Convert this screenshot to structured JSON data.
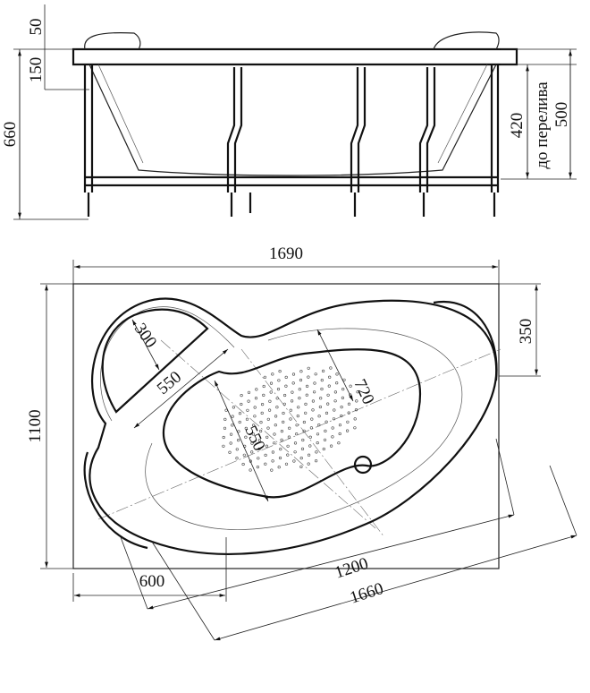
{
  "side_view": {
    "dims": {
      "rim": "50",
      "headrest": "150",
      "total_height": "660",
      "overflow_height": "420",
      "overflow_label": "до перелива",
      "depth": "500"
    }
  },
  "top_view": {
    "dims": {
      "length": "1690",
      "width": "1100",
      "right_offset": "350",
      "headrest_depth": "300",
      "headrest_width": "550",
      "bowl_width_a": "720",
      "bowl_width_b": "550",
      "left_offset": "600",
      "axis_1200": "1200",
      "axis_1660": "1660"
    }
  }
}
